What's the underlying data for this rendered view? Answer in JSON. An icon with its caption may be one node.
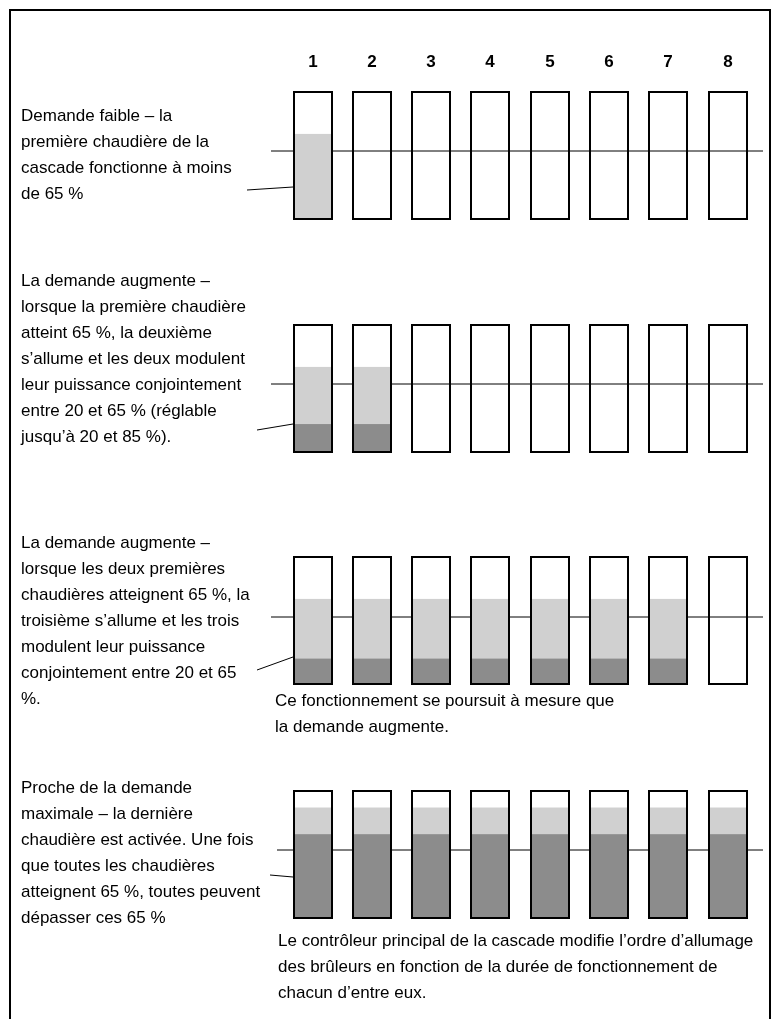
{
  "diagram": {
    "nodes": [
      {
        "text": [
          "Demande faible – la première chaudière de la cascade fonctionne à moins de 65 %"
        ]
      },
      {
        "text": [],
        "shape": "bar"
      },
      {
        "text": [],
        "shape": "bar"
      },
      {
        "text": [],
        "shape": "bar"
      },
      {
        "text": [],
        "shape": "bar"
      },
      {
        "text": [],
        "shape": "bar"
      },
      {
        "text": [],
        "shape": "bar"
      },
      {
        "text": [],
        "shape": "bar"
      },
      {
        "text": [],
        "shape": "bar"
      },
      {
        "text": [
          "La demande augmente – lorsque la première chaudière atteint 65 %, la deuxième s’allume et les deux modulent leur puissance conjointement entre 20 et 65 % (réglable jusqu’à 20 et 85 %)."
        ]
      },
      {
        "text": [],
        "shape": "bar"
      },
      {
        "text": [],
        "shape": "bar"
      },
      {
        "text": [],
        "shape": "bar"
      },
      {
        "text": [],
        "shape": "bar"
      },
      {
        "text": [],
        "shape": "bar"
      },
      {
        "text": [],
        "shape": "bar"
      },
      {
        "text": [],
        "shape": "bar"
      },
      {
        "text": [],
        "shape": "bar"
      },
      {
        "text": [
          "La demande augmente – lorsque les deux premières chaudières atteignent 65 %, la troisième s’allume et les trois modulent leur puissance conjointement entre 20 et 65 %."
        ]
      },
      {
        "text": [],
        "shape": "bar"
      },
      {
        "text": [],
        "shape": "bar"
      },
      {
        "text": [],
        "shape": "bar"
      },
      {
        "text": [],
        "shape": "bar"
      },
      {
        "text": [],
        "shape": "bar"
      },
      {
        "text": [],
        "shape": "bar"
      },
      {
        "text": [],
        "shape": "bar"
      },
      {
        "text": [],
        "shape": "bar"
      },
      {
        "text": [
          "Proche de la demande maximale – la dernière chaudière est activée. Une fois que toutes les chaudières atteignent 65 %, toutes peuvent dépasser ces 65 %"
        ]
      },
      {
        "text": [],
        "shape": "bar"
      },
      {
        "text": [],
        "shape": "bar"
      },
      {
        "text": [],
        "shape": "bar"
      },
      {
        "text": [],
        "shape": "bar"
      },
      {
        "text": [],
        "shape": "bar"
      },
      {
        "text": [],
        "shape": "bar"
      },
      {
        "text": [],
        "shape": "bar"
      },
      {
        "text": [],
        "shape": "bar"
      }
    ],
    "edges": [
      {
        "from": 0,
        "to": 1,
        "arrow": "none"
      },
      {
        "from": 9,
        "to": 10,
        "arrow": "none"
      },
      {
        "from": 18,
        "to": 19,
        "arrow": "none"
      },
      {
        "from": 27,
        "to": 28,
        "arrow": "none"
      }
    ],
    "labels": [
      "1",
      "2",
      "3",
      "4",
      "5",
      "6",
      "7",
      "8",
      "Ce fonctionnement se poursuit à mesure que la demande augmente.",
      "Le contrôleur principal de la cascade modifie l’ordre d’allumage des brûleurs en fonction de la durée de fonctionnement de chacun d’entre eux."
    ]
  }
}
